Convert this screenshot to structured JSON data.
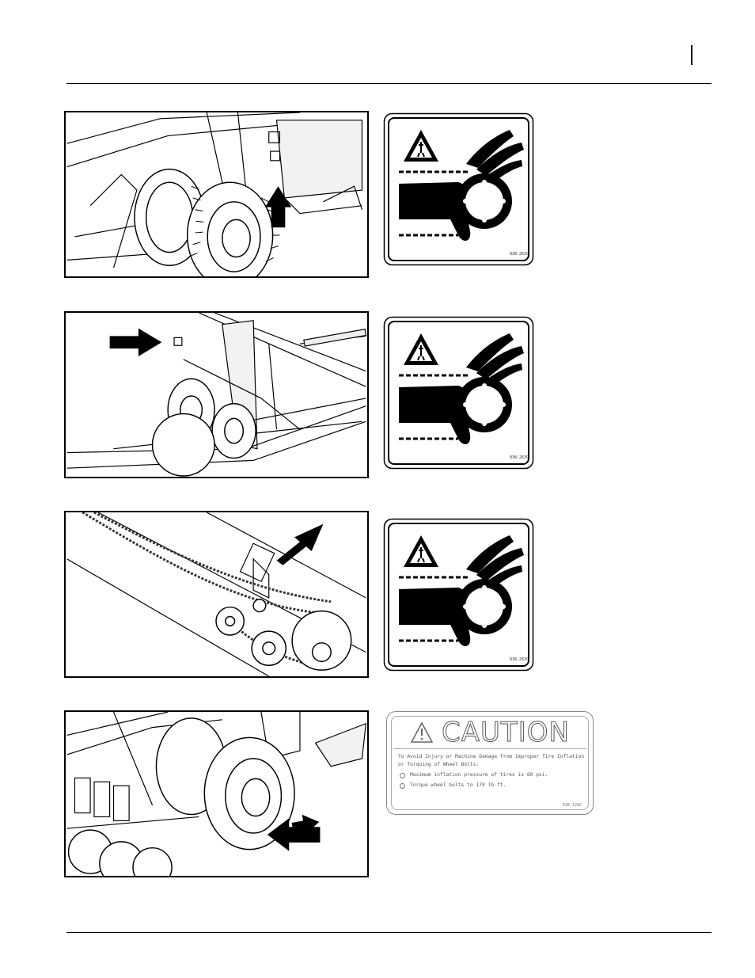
{
  "decals": [
    {
      "code": "838-263C"
    },
    {
      "code": "838-263C"
    },
    {
      "code": "838-263C"
    }
  ],
  "caution": {
    "title": "CAUTION",
    "intro": "To Avoid Injury or Machine Damage from Improper Tire Inflation or Torquing of Wheel Bolts:",
    "items": [
      "Maximum inflation pressure of tires is 60 psi.",
      "Torque wheel bolts to 170 lb-ft."
    ],
    "code": "838-126C"
  },
  "icons": [
    "arrow-icon",
    "warning-triangle-icon",
    "hand-chain-entanglement-icon"
  ]
}
